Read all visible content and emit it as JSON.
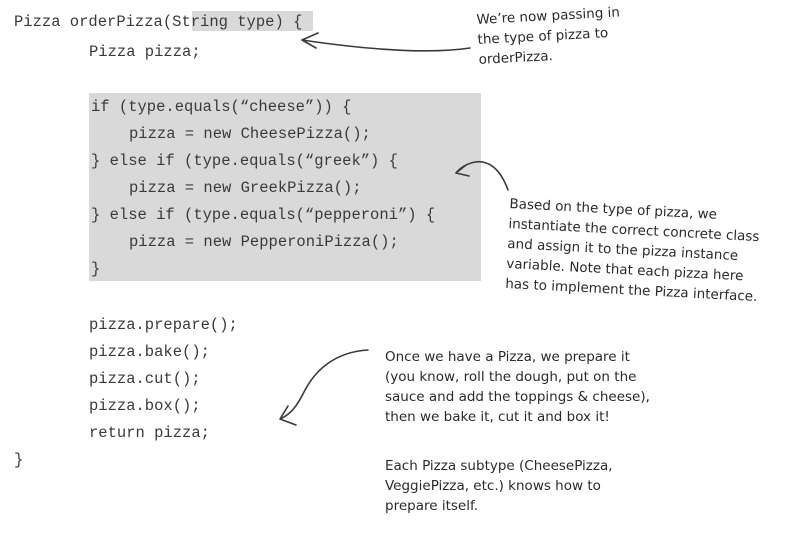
{
  "code": {
    "signature_prefix": "Pizza orderPizza(",
    "signature_param": "String type",
    "signature_suffix": ") {",
    "line_decl": "Pizza pizza;",
    "line_if1": "if (type.equals(“cheese”)) {",
    "line_new1": "pizza = new CheesePizza();",
    "line_if2": "} else if (type.equals(“greek”) {",
    "line_new2": "pizza = new GreekPizza();",
    "line_if3": "} else if (type.equals(“pepperoni”) {",
    "line_new3": "pizza = new PepperoniPizza();",
    "line_close_if": "}",
    "line_prepare": "pizza.prepare();",
    "line_bake": "pizza.bake();",
    "line_cut": "pizza.cut();",
    "line_box": "pizza.box();",
    "line_return": "return pizza;",
    "line_close_method": "}"
  },
  "annotations": {
    "param_note": [
      "We’re now passing in",
      "the type of pizza to",
      "orderPizza."
    ],
    "instance_note": [
      "Based on the type of pizza, we",
      "instantiate the correct concrete class",
      "and assign it to the pizza instance",
      "variable.  Note that each pizza here",
      "has to implement the Pizza interface."
    ],
    "prepare_note": [
      "Once we have a Pizza, we prepare it",
      "(you know, roll the dough, put on the",
      "sauce and add the toppings & cheese),",
      "then we bake it, cut it and box it!"
    ],
    "subtype_note": [
      "Each Pizza subtype (CheesePizza,",
      "VeggiePizza, etc.) knows how to",
      "prepare itself."
    ]
  },
  "colors": {
    "highlight": "#d9d9d9",
    "code_text": "#3a3a3a",
    "annotation_text": "#2b2b2b"
  }
}
